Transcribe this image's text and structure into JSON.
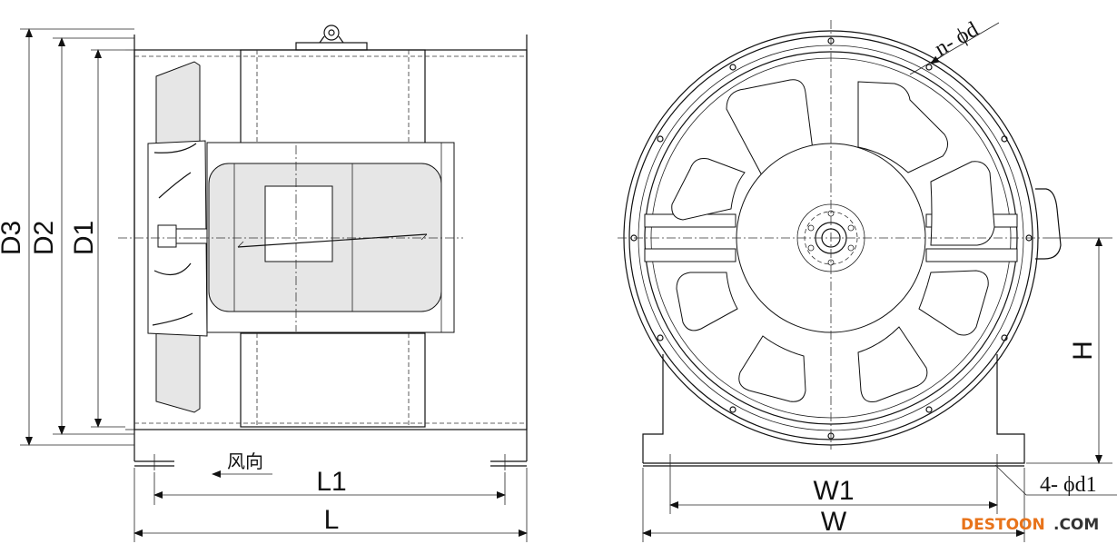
{
  "side_view": {
    "dimensions": {
      "d3": "D3",
      "d2": "D2",
      "d1": "D1",
      "l1": "L1",
      "l": "L"
    },
    "airflow_label": "风向"
  },
  "front_view": {
    "dimensions": {
      "h": "H",
      "w1": "W1",
      "w": "W",
      "bolt_holes": "n- ϕd",
      "anchor_holes": "4- ϕd1"
    }
  },
  "watermark": {
    "brand": "DESTOON",
    "suffix": ".COM",
    "brand_color": "#e8731a",
    "suffix_color": "#333333"
  }
}
